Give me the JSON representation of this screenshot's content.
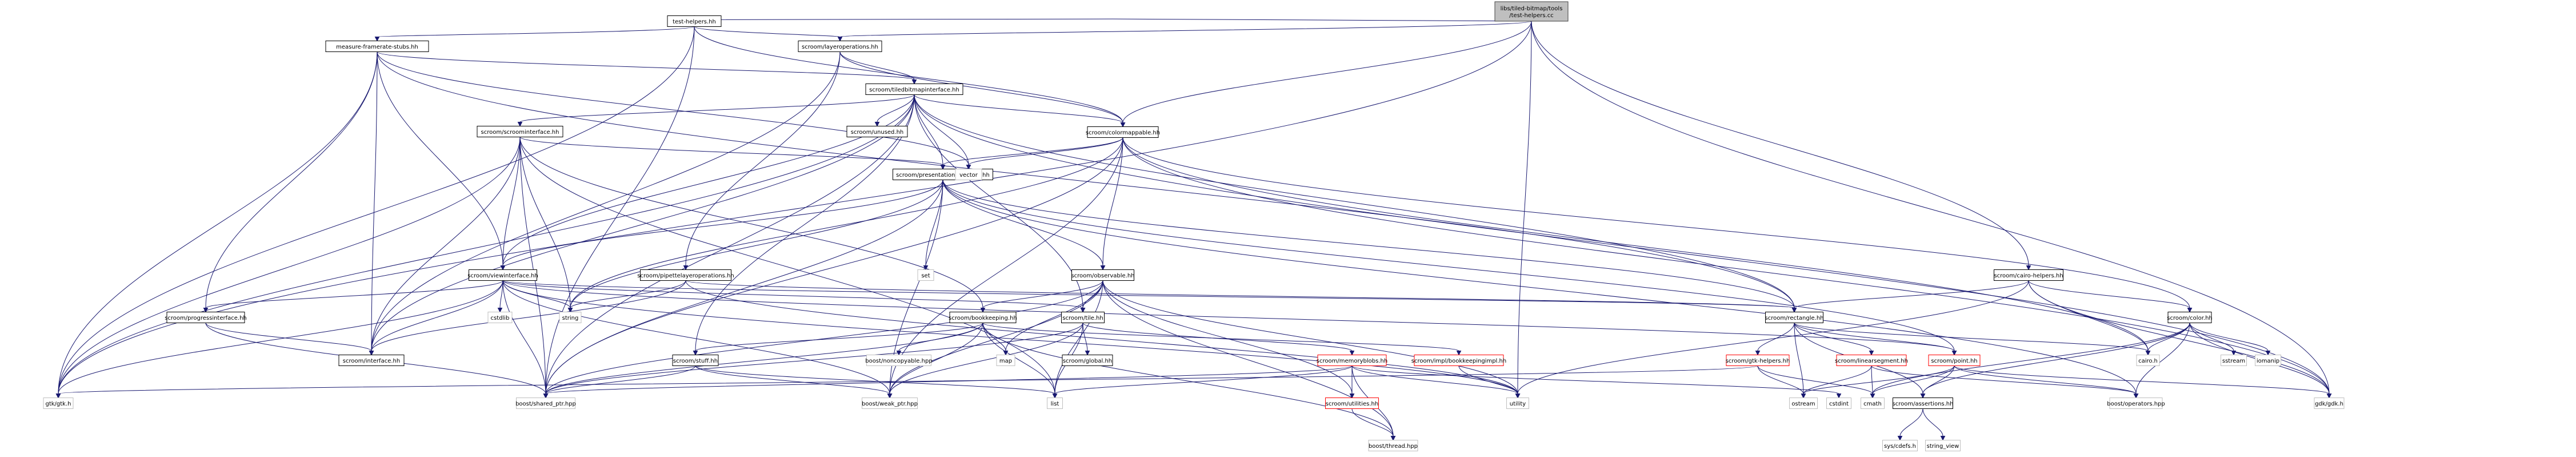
{
  "diagram": {
    "type": "include-dependency-graph",
    "title": "libs/tiled-bitmap/tools/test-helpers.cc",
    "colors": {
      "edge": "#191970",
      "root_fill": "#bfbfbf",
      "root_stroke": "#404040",
      "documented_stroke": "#000000",
      "external_stroke": "#bfbfbf",
      "incomplete_stroke": "#ff0000"
    },
    "nodes": [
      {
        "id": "root",
        "label": [
          "libs/tiled-bitmap/tools",
          "/test-helpers.cc"
        ],
        "kind": "root"
      },
      {
        "id": "test-helpers",
        "label": [
          "test-helpers.hh"
        ],
        "kind": "documented"
      },
      {
        "id": "measure-framerate-stubs",
        "label": [
          "measure-framerate-stubs.hh"
        ],
        "kind": "documented"
      },
      {
        "id": "layeroperations",
        "label": [
          "scroom/layeroperations.hh"
        ],
        "kind": "documented"
      },
      {
        "id": "tiledbitmapinterface",
        "label": [
          "scroom/tiledbitmapinterface.hh"
        ],
        "kind": "documented"
      },
      {
        "id": "colormappable",
        "label": [
          "scroom/colormappable.hh"
        ],
        "kind": "documented"
      },
      {
        "id": "unused",
        "label": [
          "scroom/unused.hh"
        ],
        "kind": "documented"
      },
      {
        "id": "scroominterface",
        "label": [
          "scroom/scroominterface.hh"
        ],
        "kind": "documented"
      },
      {
        "id": "presentationinterface",
        "label": [
          "scroom/presentationinterface.hh"
        ],
        "kind": "documented"
      },
      {
        "id": "vector",
        "label": [
          "vector"
        ],
        "kind": "external"
      },
      {
        "id": "viewinterface",
        "label": [
          "scroom/viewinterface.hh"
        ],
        "kind": "documented"
      },
      {
        "id": "pipettelayeroperations",
        "label": [
          "scroom/pipettelayeroperations.hh"
        ],
        "kind": "documented"
      },
      {
        "id": "set",
        "label": [
          "set"
        ],
        "kind": "external"
      },
      {
        "id": "observable",
        "label": [
          "scroom/observable.hh"
        ],
        "kind": "documented"
      },
      {
        "id": "cairo-helpers",
        "label": [
          "scroom/cairo-helpers.hh"
        ],
        "kind": "documented"
      },
      {
        "id": "progressinterface",
        "label": [
          "scroom/progressinterface.hh"
        ],
        "kind": "documented"
      },
      {
        "id": "cstdlib",
        "label": [
          "cstdlib"
        ],
        "kind": "external"
      },
      {
        "id": "string",
        "label": [
          "string"
        ],
        "kind": "external"
      },
      {
        "id": "bookkeeping",
        "label": [
          "scroom/bookkeeping.hh"
        ],
        "kind": "documented"
      },
      {
        "id": "tile",
        "label": [
          "scroom/tile.hh"
        ],
        "kind": "documented"
      },
      {
        "id": "rectangle",
        "label": [
          "scroom/rectangle.hh"
        ],
        "kind": "documented"
      },
      {
        "id": "color",
        "label": [
          "scroom/color.hh"
        ],
        "kind": "documented"
      },
      {
        "id": "interface",
        "label": [
          "scroom/interface.hh"
        ],
        "kind": "documented"
      },
      {
        "id": "stuff",
        "label": [
          "scroom/stuff.hh"
        ],
        "kind": "documented"
      },
      {
        "id": "noncopyable",
        "label": [
          "boost/noncopyable.hpp"
        ],
        "kind": "external"
      },
      {
        "id": "map",
        "label": [
          "map"
        ],
        "kind": "external"
      },
      {
        "id": "global",
        "label": [
          "scroom/global.hh"
        ],
        "kind": "documented"
      },
      {
        "id": "memoryblobs",
        "label": [
          "scroom/memoryblobs.hh"
        ],
        "kind": "incomplete"
      },
      {
        "id": "bookkeepingimpl",
        "label": [
          "scroom/impl/bookkeepingimpl.hh"
        ],
        "kind": "incomplete"
      },
      {
        "id": "gtk-helpers",
        "label": [
          "scroom/gtk-helpers.hh"
        ],
        "kind": "incomplete"
      },
      {
        "id": "linearsegment",
        "label": [
          "scroom/linearsegment.hh"
        ],
        "kind": "incomplete"
      },
      {
        "id": "point",
        "label": [
          "scroom/point.hh"
        ],
        "kind": "incomplete"
      },
      {
        "id": "cairo",
        "label": [
          "cairo.h"
        ],
        "kind": "external"
      },
      {
        "id": "sstream",
        "label": [
          "sstream"
        ],
        "kind": "external"
      },
      {
        "id": "iomanip",
        "label": [
          "iomanip"
        ],
        "kind": "external"
      },
      {
        "id": "gtk",
        "label": [
          "gtk/gtk.h"
        ],
        "kind": "external"
      },
      {
        "id": "shared_ptr",
        "label": [
          "boost/shared_ptr.hpp"
        ],
        "kind": "external"
      },
      {
        "id": "weak_ptr",
        "label": [
          "boost/weak_ptr.hpp"
        ],
        "kind": "external"
      },
      {
        "id": "list",
        "label": [
          "list"
        ],
        "kind": "external"
      },
      {
        "id": "utilities",
        "label": [
          "scroom/utilities.hh"
        ],
        "kind": "incomplete"
      },
      {
        "id": "utility",
        "label": [
          "utility"
        ],
        "kind": "external"
      },
      {
        "id": "ostream",
        "label": [
          "ostream"
        ],
        "kind": "external"
      },
      {
        "id": "cstdint",
        "label": [
          "cstdint"
        ],
        "kind": "external"
      },
      {
        "id": "cmath",
        "label": [
          "cmath"
        ],
        "kind": "external"
      },
      {
        "id": "assertions",
        "label": [
          "scroom/assertions.hh"
        ],
        "kind": "documented"
      },
      {
        "id": "operators",
        "label": [
          "boost/operators.hpp"
        ],
        "kind": "external"
      },
      {
        "id": "gdk",
        "label": [
          "gdk/gdk.h"
        ],
        "kind": "external"
      },
      {
        "id": "thread",
        "label": [
          "boost/thread.hpp"
        ],
        "kind": "external"
      },
      {
        "id": "cdefs",
        "label": [
          "sys/cdefs.h"
        ],
        "kind": "external"
      },
      {
        "id": "string_view",
        "label": [
          "string_view"
        ],
        "kind": "external"
      }
    ],
    "edges": [
      [
        "root",
        "test-helpers"
      ],
      [
        "root",
        "layeroperations"
      ],
      [
        "root",
        "colormappable"
      ],
      [
        "root",
        "cairo-helpers"
      ],
      [
        "root",
        "gtk"
      ],
      [
        "root",
        "gdk"
      ],
      [
        "root",
        "utility"
      ],
      [
        "test-helpers",
        "measure-framerate-stubs"
      ],
      [
        "test-helpers",
        "layeroperations"
      ],
      [
        "test-helpers",
        "colormappable"
      ],
      [
        "test-helpers",
        "gtk"
      ],
      [
        "test-helpers",
        "shared_ptr"
      ],
      [
        "measure-framerate-stubs",
        "tiledbitmapinterface"
      ],
      [
        "measure-framerate-stubs",
        "progressinterface"
      ],
      [
        "measure-framerate-stubs",
        "viewinterface"
      ],
      [
        "measure-framerate-stubs",
        "interface"
      ],
      [
        "measure-framerate-stubs",
        "gtk"
      ],
      [
        "measure-framerate-stubs",
        "rectangle"
      ],
      [
        "measure-framerate-stubs",
        "vector"
      ],
      [
        "layeroperations",
        "tiledbitmapinterface"
      ],
      [
        "layeroperations",
        "colormappable"
      ],
      [
        "layeroperations",
        "pipettelayeroperations"
      ],
      [
        "layeroperations",
        "interface"
      ],
      [
        "tiledbitmapinterface",
        "unused"
      ],
      [
        "tiledbitmapinterface",
        "scroominterface"
      ],
      [
        "tiledbitmapinterface",
        "presentationinterface"
      ],
      [
        "tiledbitmapinterface",
        "vector"
      ],
      [
        "tiledbitmapinterface",
        "colormappable"
      ],
      [
        "tiledbitmapinterface",
        "viewinterface"
      ],
      [
        "tiledbitmapinterface",
        "tile"
      ],
      [
        "tiledbitmapinterface",
        "interface"
      ],
      [
        "tiledbitmapinterface",
        "gtk"
      ],
      [
        "tiledbitmapinterface",
        "shared_ptr"
      ],
      [
        "tiledbitmapinterface",
        "stuff"
      ],
      [
        "tiledbitmapinterface",
        "rectangle"
      ],
      [
        "tiledbitmapinterface",
        "gdk"
      ],
      [
        "scroominterface",
        "presentationinterface"
      ],
      [
        "scroominterface",
        "viewinterface"
      ],
      [
        "scroominterface",
        "string"
      ],
      [
        "scroominterface",
        "interface"
      ],
      [
        "scroominterface",
        "gtk"
      ],
      [
        "scroominterface",
        "shared_ptr"
      ],
      [
        "scroominterface",
        "list"
      ],
      [
        "scroominterface",
        "bookkeeping"
      ],
      [
        "colormappable",
        "presentationinterface"
      ],
      [
        "colormappable",
        "vector"
      ],
      [
        "colormappable",
        "observable"
      ],
      [
        "colormappable",
        "color"
      ],
      [
        "colormappable",
        "string"
      ],
      [
        "colormappable",
        "shared_ptr"
      ],
      [
        "colormappable",
        "weak_ptr"
      ],
      [
        "colormappable",
        "gdk"
      ],
      [
        "colormappable",
        "cairo"
      ],
      [
        "presentationinterface",
        "viewinterface"
      ],
      [
        "presentationinterface",
        "set"
      ],
      [
        "presentationinterface",
        "observable"
      ],
      [
        "presentationinterface",
        "rectangle"
      ],
      [
        "presentationinterface",
        "string"
      ],
      [
        "presentationinterface",
        "shared_ptr"
      ],
      [
        "presentationinterface",
        "weak_ptr"
      ],
      [
        "presentationinterface",
        "point"
      ],
      [
        "presentationinterface",
        "operators"
      ],
      [
        "viewinterface",
        "progressinterface"
      ],
      [
        "viewinterface",
        "cstdlib"
      ],
      [
        "viewinterface",
        "string"
      ],
      [
        "viewinterface",
        "interface"
      ],
      [
        "viewinterface",
        "gtk"
      ],
      [
        "viewinterface",
        "shared_ptr"
      ],
      [
        "viewinterface",
        "weak_ptr"
      ],
      [
        "viewinterface",
        "rectangle"
      ],
      [
        "viewinterface",
        "tile"
      ],
      [
        "viewinterface",
        "point"
      ],
      [
        "viewinterface",
        "utility"
      ],
      [
        "pipettelayeroperations",
        "string"
      ],
      [
        "pipettelayeroperations",
        "interface"
      ],
      [
        "pipettelayeroperations",
        "rectangle"
      ],
      [
        "pipettelayeroperations",
        "utility"
      ],
      [
        "observable",
        "bookkeeping"
      ],
      [
        "observable",
        "tile"
      ],
      [
        "observable",
        "map"
      ],
      [
        "observable",
        "list"
      ],
      [
        "observable",
        "shared_ptr"
      ],
      [
        "observable",
        "weak_ptr"
      ],
      [
        "observable",
        "utilities"
      ],
      [
        "observable",
        "thread"
      ],
      [
        "observable",
        "utility"
      ],
      [
        "cairo-helpers",
        "rectangle"
      ],
      [
        "cairo-helpers",
        "color"
      ],
      [
        "cairo-helpers",
        "cairo"
      ],
      [
        "cairo-helpers",
        "gdk"
      ],
      [
        "cairo-helpers",
        "utility"
      ],
      [
        "progressinterface",
        "interface"
      ],
      [
        "progressinterface",
        "shared_ptr"
      ],
      [
        "bookkeeping",
        "stuff"
      ],
      [
        "bookkeeping",
        "noncopyable"
      ],
      [
        "bookkeeping",
        "map"
      ],
      [
        "bookkeeping",
        "list"
      ],
      [
        "bookkeeping",
        "shared_ptr"
      ],
      [
        "bookkeeping",
        "weak_ptr"
      ],
      [
        "bookkeeping",
        "bookkeepingimpl"
      ],
      [
        "bookkeeping",
        "thread"
      ],
      [
        "tile",
        "global"
      ],
      [
        "tile",
        "memoryblobs"
      ],
      [
        "tile",
        "shared_ptr"
      ],
      [
        "tile",
        "weak_ptr"
      ],
      [
        "tile",
        "list"
      ],
      [
        "rectangle",
        "gtk-helpers"
      ],
      [
        "rectangle",
        "linearsegment"
      ],
      [
        "rectangle",
        "point"
      ],
      [
        "rectangle",
        "ostream"
      ],
      [
        "rectangle",
        "cairo"
      ],
      [
        "rectangle",
        "assertions"
      ],
      [
        "color",
        "cairo"
      ],
      [
        "color",
        "sstream"
      ],
      [
        "color",
        "iomanip"
      ],
      [
        "color",
        "gdk"
      ],
      [
        "color",
        "operators"
      ],
      [
        "color",
        "assertions"
      ],
      [
        "color",
        "cmath"
      ],
      [
        "stuff",
        "shared_ptr"
      ],
      [
        "stuff",
        "weak_ptr"
      ],
      [
        "stuff",
        "list"
      ],
      [
        "memoryblobs",
        "utilities"
      ],
      [
        "memoryblobs",
        "thread"
      ],
      [
        "memoryblobs",
        "shared_ptr"
      ],
      [
        "memoryblobs",
        "list"
      ],
      [
        "memoryblobs",
        "utility"
      ],
      [
        "memoryblobs",
        "cstdint"
      ],
      [
        "bookkeepingimpl",
        "utility"
      ],
      [
        "gtk-helpers",
        "ostream"
      ],
      [
        "gtk-helpers",
        "gtk"
      ],
      [
        "gtk-helpers",
        "cmath"
      ],
      [
        "linearsegment",
        "ostream"
      ],
      [
        "linearsegment",
        "cmath"
      ],
      [
        "linearsegment",
        "operators"
      ],
      [
        "point",
        "ostream"
      ],
      [
        "point",
        "cmath"
      ],
      [
        "point",
        "operators"
      ],
      [
        "point",
        "gdk"
      ],
      [
        "point",
        "assertions"
      ],
      [
        "utilities",
        "thread"
      ],
      [
        "assertions",
        "cdefs"
      ],
      [
        "assertions",
        "string_view"
      ]
    ]
  }
}
